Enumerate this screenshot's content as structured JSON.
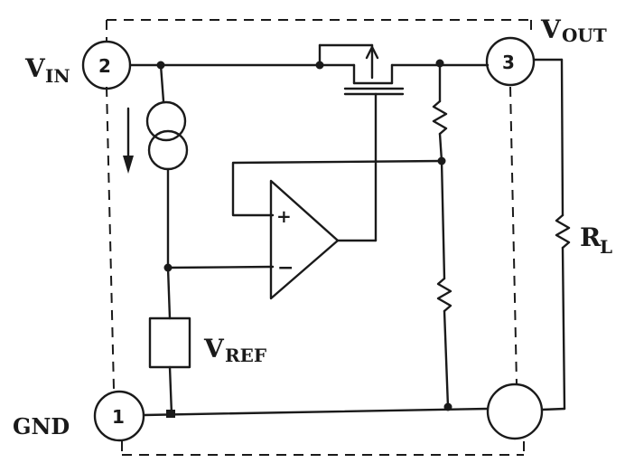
{
  "labels": {
    "vin_main": "V",
    "vin_sub": "IN",
    "vout_main": "V",
    "vout_sub": "OUT",
    "gnd": "GND",
    "vref_main": "V",
    "vref_sub": "REF",
    "rl_main": "R",
    "rl_sub": "L",
    "plus": "+",
    "minus": "−"
  },
  "pins": {
    "pin2": "2",
    "pin3": "3",
    "pin1": "1"
  }
}
